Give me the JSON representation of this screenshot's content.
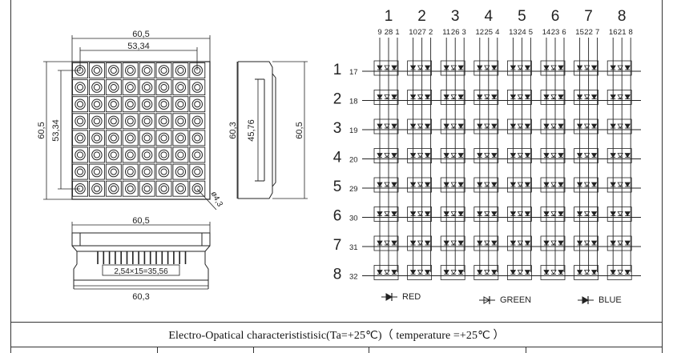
{
  "dims": {
    "top_width": "60,5",
    "top_pitch": "53,34",
    "left_height": "60,5",
    "left_pitch": "53,34",
    "hole_dia": "ø4,3",
    "side_height": "60,3",
    "side_inner": "45,76",
    "side_outer": "60,5",
    "bottom_width_top": "60,5",
    "pin_spacing": "2,54×15=35,56",
    "bottom_width_bottom": "60,3"
  },
  "schematic": {
    "columns": [
      "1",
      "2",
      "3",
      "4",
      "5",
      "6",
      "7",
      "8"
    ],
    "column_pins": [
      [
        "9",
        "28",
        "1"
      ],
      [
        "10",
        "27",
        "2"
      ],
      [
        "11",
        "26",
        "3"
      ],
      [
        "12",
        "25",
        "4"
      ],
      [
        "13",
        "24",
        "5"
      ],
      [
        "14",
        "23",
        "6"
      ],
      [
        "15",
        "22",
        "7"
      ],
      [
        "16",
        "21",
        "8"
      ]
    ],
    "rows": [
      "1",
      "2",
      "3",
      "4",
      "5",
      "6",
      "7",
      "8"
    ],
    "row_pins": [
      "17",
      "18",
      "19",
      "20",
      "29",
      "30",
      "31",
      "32"
    ]
  },
  "legend": {
    "red": "RED",
    "green": "GREEN",
    "blue": "BLUE"
  },
  "caption": "Electro-Opatical characterististisic(Ta=+25℃)（ temperature =+25℃ ）"
}
